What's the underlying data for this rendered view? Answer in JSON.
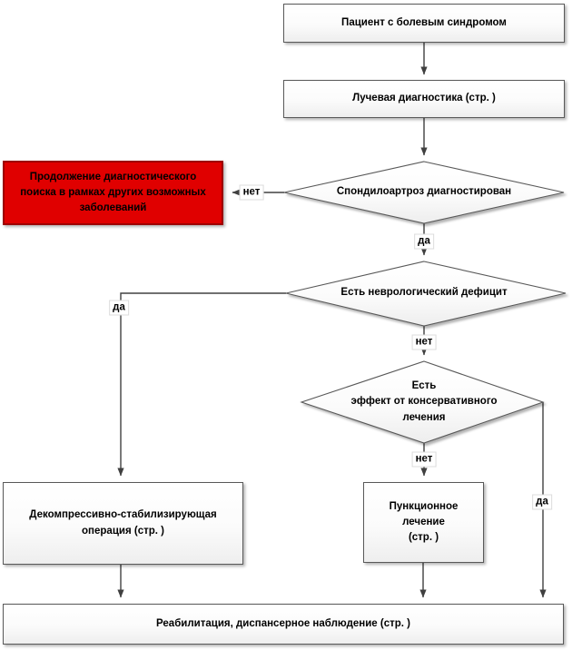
{
  "nodes": {
    "patient": "Пациент с болевым  синдромом",
    "radiology": "Лучевая диагностика (стр. )",
    "diagnosed": "Спондилоартроз диагностирован",
    "continue_search": "Продолжение диагностического поиска в рамках других возможных заболеваний",
    "neuro_deficit": "Есть неврологический дефицит",
    "conservative_effect": "Есть\nэффект от консервативного\nлечения",
    "operation": "Декомпрессивно-стабилизирующая операция (стр. )",
    "puncture": "Пункционное\nлечение\n(стр. )",
    "rehab": "Реабилитация, диспансерное наблюдение (стр. )"
  },
  "labels": {
    "yes": "да",
    "no": "нет"
  },
  "colors": {
    "alert_fill": "#e00000",
    "alert_border": "#9d0000",
    "node_border": "#595959",
    "node_fill_top": "#ffffff",
    "node_fill_bottom": "#eeeeee",
    "line": "#404040",
    "text": "#000000"
  }
}
